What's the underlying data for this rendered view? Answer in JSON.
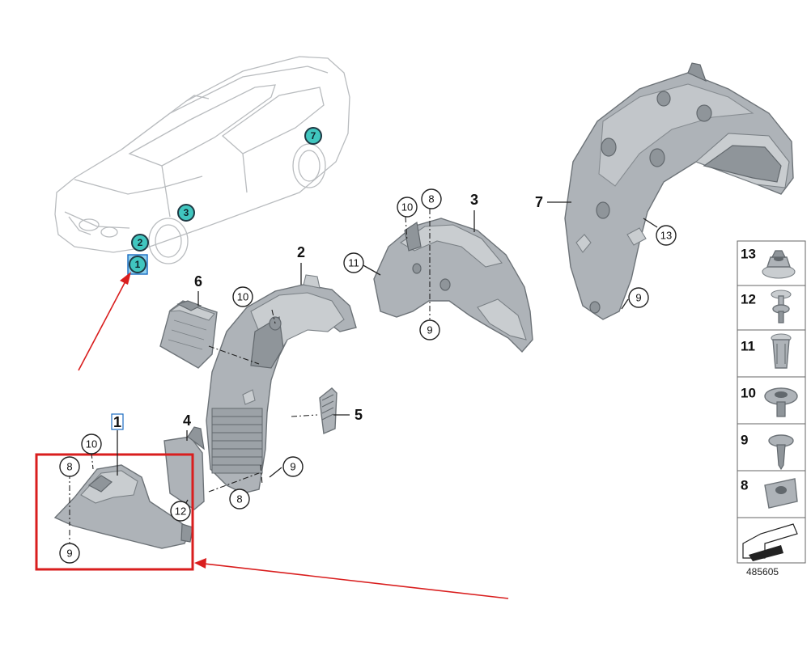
{
  "diagram": {
    "car_markers": [
      "1",
      "2",
      "3",
      "7"
    ],
    "parts": [
      {
        "number": "1"
      },
      {
        "number": "2"
      },
      {
        "number": "3"
      },
      {
        "number": "4"
      },
      {
        "number": "5"
      },
      {
        "number": "6"
      },
      {
        "number": "7"
      }
    ],
    "callouts": [
      "10",
      "8",
      "11",
      "9",
      "13",
      "10",
      "9",
      "8",
      "12",
      "10",
      "8",
      "9",
      "9"
    ],
    "legend": [
      "13",
      "12",
      "11",
      "10",
      "9",
      "8"
    ],
    "catalog_code": "485605",
    "highlight_color": "#d91e1e",
    "marker_color": "#40c6bf"
  }
}
